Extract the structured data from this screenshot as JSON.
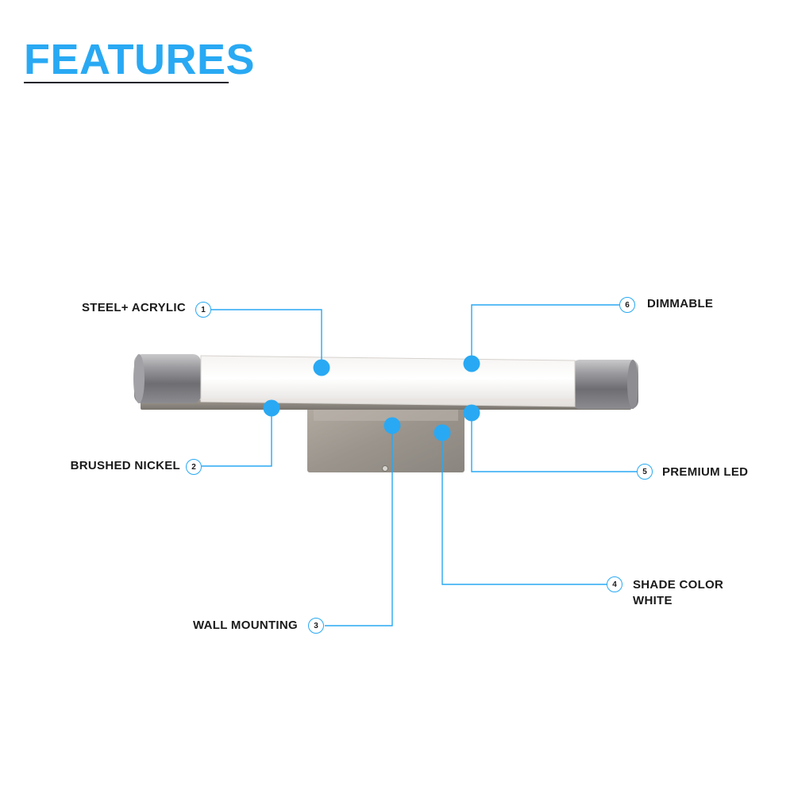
{
  "title": "FEATURES",
  "colors": {
    "accent": "#29A9F3",
    "title": "#29A9F3",
    "rule": "#1B1F2A",
    "text": "#1A1A1A"
  },
  "features": [
    {
      "number": "1",
      "label": "STEEL+ ACRYLIC"
    },
    {
      "number": "2",
      "label": "BRUSHED NICKEL"
    },
    {
      "number": "3",
      "label": "WALL MOUNTING"
    },
    {
      "number": "4",
      "label": "SHADE COLOR WHITE",
      "lines": [
        "SHADE COLOR",
        "WHITE"
      ]
    },
    {
      "number": "5",
      "label": "PREMIUM LED"
    },
    {
      "number": "6",
      "label": "DIMMABLE"
    }
  ]
}
